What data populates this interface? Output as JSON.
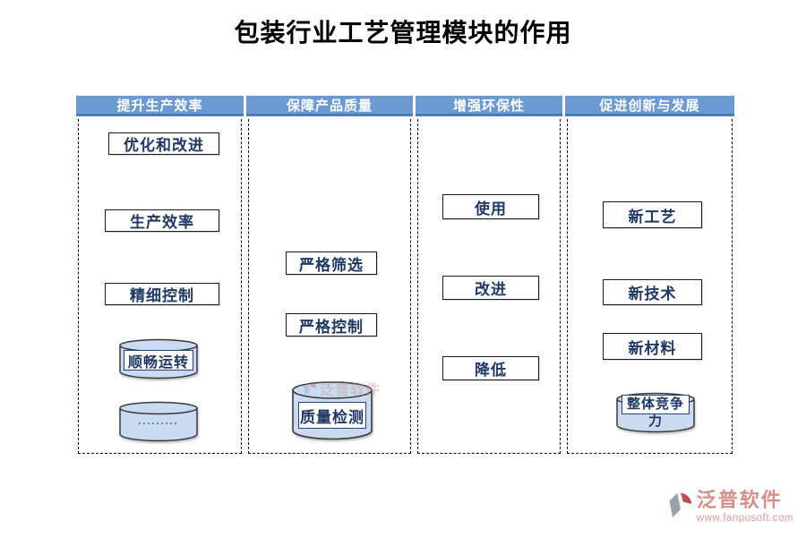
{
  "title": "包装行业工艺管理模块的作用",
  "columns": [
    {
      "header": "提升生产效率",
      "boxes": [
        "优化和改进",
        "生产效率",
        "精细控制"
      ],
      "cylinders": [
        "顺畅运转",
        "........."
      ]
    },
    {
      "header": "保障产品质量",
      "boxes": [
        "严格筛选",
        "严格控制"
      ],
      "cylinders": [
        "质量检测"
      ]
    },
    {
      "header": "增强环保性",
      "boxes": [
        "使用",
        "改进",
        "降低"
      ],
      "cylinders": []
    },
    {
      "header": "促进创新与发展",
      "boxes": [
        "新工艺",
        "新技术",
        "新材料"
      ],
      "cylinders": [
        "整体竞争力"
      ]
    }
  ],
  "watermark": {
    "text": "泛普软件"
  },
  "footer": {
    "brand": "泛普软件",
    "url": "www.fanpusoft.com"
  },
  "colors": {
    "header_fill": "#6B9AD2",
    "header_border": "#4A7CB8",
    "header_text": "#FFFFFF",
    "box_border": "#1A1A1A",
    "box_text": "#1F3864",
    "cylinder_fill": "#C9DAF1",
    "dashed_border": "#000000",
    "brand_color": "#D58F8B"
  }
}
